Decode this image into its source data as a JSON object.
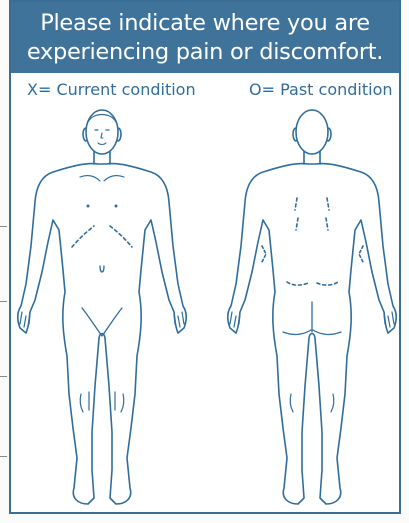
{
  "header": {
    "line1": "Please indicate where you are",
    "line2": "experiencing pain or discomfort."
  },
  "legend": {
    "current": "X= Current condition",
    "past": "O= Past condition"
  },
  "colors": {
    "header_band": "#3f7399",
    "legend_text": "#2f6d9c",
    "outline": "#2f6d9c"
  },
  "figures": [
    {
      "view": "front",
      "icon": "body-front-outline"
    },
    {
      "view": "back",
      "icon": "body-back-outline"
    }
  ]
}
